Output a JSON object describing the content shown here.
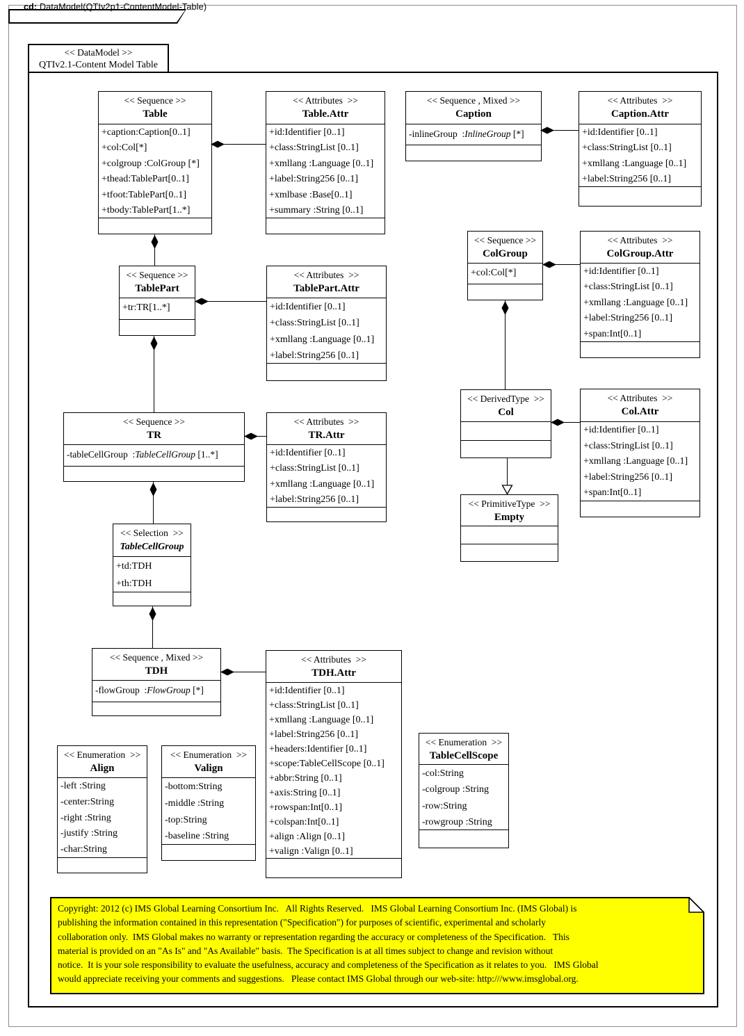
{
  "tab": {
    "prefix": "cd:",
    "title": " DataModel(QTIv2p1-ContentModel-Table)"
  },
  "frame": {
    "stereotype": "<< DataModel >>",
    "title": "QTIv2.1-Content Model Table"
  },
  "classes": {
    "table": {
      "stereotype": "<< Sequence >>",
      "name": "Table",
      "attrs": [
        "+caption:Caption[0..1]",
        "+col:Col[*]",
        "+colgroup :ColGroup [*]",
        "+thead:TablePart[0..1]",
        "+tfoot:TablePart[0..1]",
        "+tbody:TablePart[1..*]"
      ]
    },
    "table_attr": {
      "stereotype": "<< Attributes  >>",
      "name": "Table.Attr",
      "attrs": [
        "+id:Identifier [0..1]",
        "+class:StringList [0..1]",
        "+xmllang :Language [0..1]",
        "+label:String256 [0..1]",
        "+xmlbase :Base[0..1]",
        "+summary :String [0..1]"
      ]
    },
    "caption": {
      "stereotype": "<< Sequence , Mixed >>",
      "name": "Caption",
      "attr": {
        "pre": "-inlineGroup  :",
        "type": "InlineGroup",
        "post": " [*]"
      }
    },
    "caption_attr": {
      "stereotype": "<< Attributes  >>",
      "name": "Caption.Attr",
      "attrs": [
        "+id:Identifier [0..1]",
        "+class:StringList [0..1]",
        "+xmllang :Language [0..1]",
        "+label:String256 [0..1]"
      ]
    },
    "colgroup": {
      "stereotype": "<< Sequence >>",
      "name": "ColGroup",
      "attrs": [
        "+col:Col[*]"
      ]
    },
    "colgroup_attr": {
      "stereotype": "<< Attributes  >>",
      "name": "ColGroup.Attr",
      "attrs": [
        "+id:Identifier [0..1]",
        "+class:StringList [0..1]",
        "+xmllang :Language [0..1]",
        "+label:String256 [0..1]",
        "+span:Int[0..1]"
      ]
    },
    "tablepart": {
      "stereotype": "<< Sequence >>",
      "name": "TablePart",
      "attrs": [
        "+tr:TR[1..*]"
      ]
    },
    "tablepart_attr": {
      "stereotype": "<< Attributes  >>",
      "name": "TablePart.Attr",
      "attrs": [
        "+id:Identifier [0..1]",
        "+class:StringList [0..1]",
        "+xmllang :Language [0..1]",
        "+label:String256 [0..1]"
      ]
    },
    "tr": {
      "stereotype": "<< Sequence >>",
      "name": "TR",
      "attr": {
        "pre": "-tableCellGroup  :",
        "type": "TableCellGroup",
        "post": " [1..*]"
      }
    },
    "tr_attr": {
      "stereotype": "<< Attributes  >>",
      "name": "TR.Attr",
      "attrs": [
        "+id:Identifier [0..1]",
        "+class:StringList [0..1]",
        "+xmllang :Language [0..1]",
        "+label:String256 [0..1]"
      ]
    },
    "tablecellgroup": {
      "stereotype": "<< Selection  >>",
      "name": "TableCellGroup",
      "attrs": [
        "+td:TDH",
        "+th:TDH"
      ]
    },
    "tdh": {
      "stereotype": "<< Sequence , Mixed >>",
      "name": "TDH",
      "attr": {
        "pre": "-flowGroup  :",
        "type": "FlowGroup",
        "post": " [*]"
      }
    },
    "tdh_attr": {
      "stereotype": "<< Attributes  >>",
      "name": "TDH.Attr",
      "attrs": [
        "+id:Identifier [0..1]",
        "+class:StringList [0..1]",
        "+xmllang :Language [0..1]",
        "+label:String256 [0..1]",
        "+headers:Identifier [0..1]",
        "+scope:TableCellScope [0..1]",
        "+abbr:String [0..1]",
        "+axis:String [0..1]",
        "+rowspan:Int[0..1]",
        "+colspan:Int[0..1]",
        "+align :Align [0..1]",
        "+valign :Valign [0..1]"
      ]
    },
    "col": {
      "stereotype": "<< DerivedType  >>",
      "name": "Col"
    },
    "col_attr": {
      "stereotype": "<< Attributes  >>",
      "name": "Col.Attr",
      "attrs": [
        "+id:Identifier [0..1]",
        "+class:StringList [0..1]",
        "+xmllang :Language [0..1]",
        "+label:String256 [0..1]",
        "+span:Int[0..1]"
      ]
    },
    "empty": {
      "stereotype": "<< PrimitiveType  >>",
      "name": "Empty"
    },
    "align": {
      "stereotype": "<< Enumeration  >>",
      "name": "Align",
      "attrs": [
        "-left :String",
        "-center:String",
        "-right :String",
        "-justify :String",
        "-char:String"
      ]
    },
    "valign": {
      "stereotype": "<< Enumeration  >>",
      "name": "Valign",
      "attrs": [
        "-bottom:String",
        "-middle :String",
        "-top:String",
        "-baseline :String"
      ]
    },
    "tablecellscope": {
      "stereotype": "<< Enumeration  >>",
      "name": "TableCellScope",
      "attrs": [
        "-col:String",
        "-colgroup :String",
        "-row:String",
        "-rowgroup :String"
      ]
    }
  },
  "note": {
    "bg_color": "#FFFF00",
    "lines": [
      "Copyright: 2012 (c) IMS Global Learning Consortium Inc.   All Rights Reserved.   IMS Global Learning Consortium Inc. (IMS Global) is",
      "publishing the information contained in this representation (\"Specification\") for purposes of scientific, experimental and scholarly",
      "collaboration only.  IMS Global makes no warranty or representation regarding the accuracy or completeness of the Specification.   This",
      "material is provided on an \"As Is\" and \"As Available\" basis.  The Specification is at all times subject to change and revision without",
      "notice.  It is your sole responsibility to evaluate the usefulness, accuracy and completeness of the Specification as it relates to you.   IMS Global",
      "would appreciate receiving your comments and suggestions.   Please contact IMS Global through our web-site: http:///www.imsglobal.org."
    ]
  }
}
